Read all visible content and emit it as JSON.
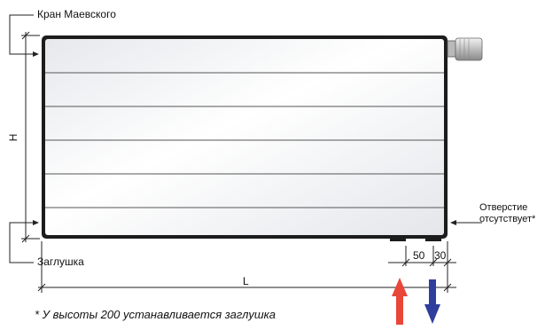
{
  "labels": {
    "mayevsky_valve": "Кран Маевского",
    "plug": "Заглушка",
    "hole_line1": "Отверстие",
    "hole_line2": "отсутствует*",
    "height_symbol": "H",
    "length_symbol": "L",
    "dim_50": "50",
    "dim_30": "30"
  },
  "footnote": "* У высоты 200 устанавливается заглушка",
  "colors": {
    "inlet_arrow": "#e8473a",
    "outlet_arrow": "#2f3d9c",
    "panel_fill": "#eef0f3",
    "line": "#222222"
  },
  "icons": {
    "inlet": "arrow-up-icon",
    "outlet": "arrow-down-icon"
  }
}
